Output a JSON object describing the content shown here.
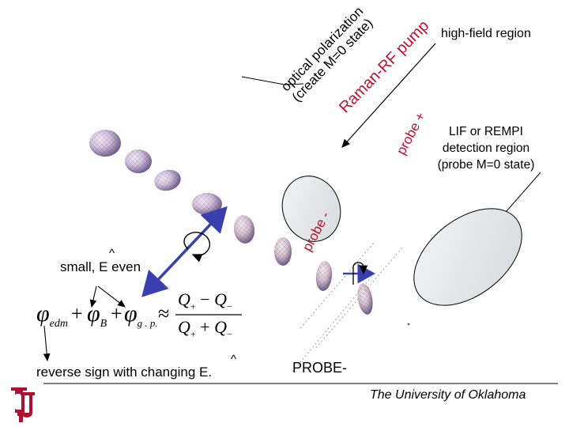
{
  "labels": {
    "optical_pumping_line1": "optical polarization",
    "optical_pumping_line2": "(create M=0 state)",
    "raman_rf_pump": "Raman-RF pump",
    "high_field_region": "high-field region",
    "probe_plus": "probe +",
    "probe_minus": "probe -",
    "lif_line1": "LIF or REMPI",
    "lif_line2": "detection region",
    "lif_line3": "(probe M=0 state)",
    "small_e_even": "small, E even",
    "e_hat": "^",
    "reverse_sign": "reverse sign with changing E.",
    "probe_minus_bottom": "PROBE-",
    "university": "The University of Oklahoma"
  },
  "equation": {
    "phi": "φ",
    "edm_sub": "edm",
    "plus1": "+",
    "b_sub": "B",
    "plus2": "+",
    "gp_sub": "g . p.",
    "approx": "≈",
    "num_q": "Q",
    "num_plus": "+",
    "num_minus": "−",
    "den_plus": "+",
    "sub_plus": "+",
    "sub_minus": "−"
  },
  "colors": {
    "accent_red": "#c0102f",
    "arrow_blue": "#3a3fb0",
    "region_fill": "#e6e8ea",
    "logo_red": "#b01030"
  },
  "icons": {
    "logo": "university-of-oklahoma-logo"
  }
}
